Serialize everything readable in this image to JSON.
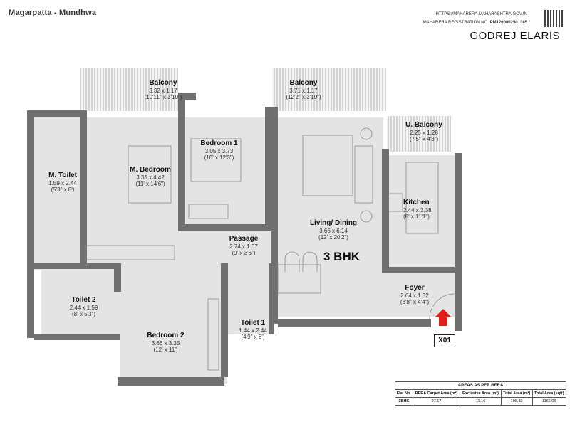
{
  "header": {
    "location": "Magarpatta - Mundhwa",
    "rera_url": "HTTPS://MAHARERA.MAHARASHTRA.GOV.IN",
    "rera_registration_label": "MAHARERA REGISTRATION NO.",
    "rera_registration_no": "PM1260002501385",
    "brand": "GODREJ ELARIS",
    "qr_icon": "qr-code-icon"
  },
  "plan": {
    "unit_type": "3 BHK",
    "unit_no": "X01",
    "entry_marker": "red-arrow-up-icon",
    "colors": {
      "wall": "#707070",
      "floor": "#e4e4e4",
      "entry_arrow": "#e11d1d"
    },
    "rooms": [
      {
        "name": "Balcony",
        "dim_m": "3.32 x 1.17",
        "dim_ft": "(10'11\" x 3'10\")"
      },
      {
        "name": "Balcony",
        "dim_m": "3.71 x 1.17",
        "dim_ft": "(12'2\" x 3'10\")"
      },
      {
        "name": "U. Balcony",
        "dim_m": "2.25 x 1.28",
        "dim_ft": "(7'5\" x 4'3\")"
      },
      {
        "name": "M. Toilet",
        "dim_m": "1.59 x 2.44",
        "dim_ft": "(5'3\" x 8')"
      },
      {
        "name": "M. Bedroom",
        "dim_m": "3.35 x 4.42",
        "dim_ft": "(11' x 14'6\")"
      },
      {
        "name": "Bedroom 1",
        "dim_m": "3.05 x 3.73",
        "dim_ft": "(10' x 12'3\")"
      },
      {
        "name": "Living/ Dining",
        "dim_m": "3.66 x 6.14",
        "dim_ft": "(12' x 20'2\")"
      },
      {
        "name": "Kitchen",
        "dim_m": "2.44 x 3.38",
        "dim_ft": "(8' x 11'1\")"
      },
      {
        "name": "Passage",
        "dim_m": "2.74 x 1.07",
        "dim_ft": "(9' x 3'6\")"
      },
      {
        "name": "Foyer",
        "dim_m": "2.64 x 1.32",
        "dim_ft": "(8'8\" x 4'4\")"
      },
      {
        "name": "Toilet 2",
        "dim_m": "2.44 x 1.59",
        "dim_ft": "(8' x 5'3\")"
      },
      {
        "name": "Bedroom 2",
        "dim_m": "3.66 x 3.35",
        "dim_ft": "(12' x 11')"
      },
      {
        "name": "Toilet 1",
        "dim_m": "1.44 x 2.44",
        "dim_ft": "(4'9\" x 8')"
      }
    ]
  },
  "area_table": {
    "title": "AREAS AS PER RERA",
    "headers": [
      "Flat No.",
      "RERA Carpet Area (m²)",
      "Exclusive Area (m²)",
      "Total Area (m²)",
      "Total Area (sqft)"
    ],
    "rows": [
      [
        "3BHK",
        "97.17",
        "11.16",
        "108.33",
        "1166.06"
      ]
    ]
  }
}
